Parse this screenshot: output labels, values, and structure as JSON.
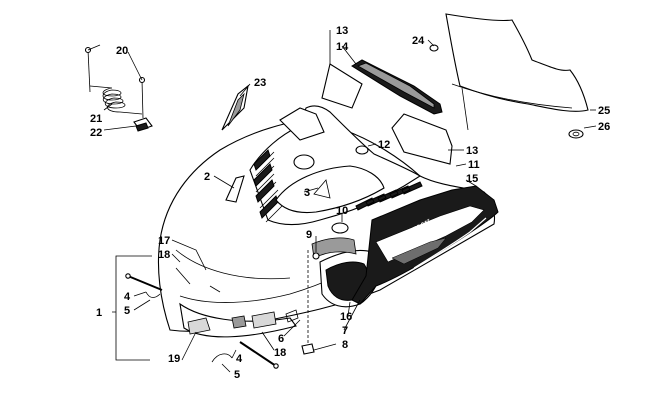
{
  "diagram": {
    "callouts": {
      "c1": "1",
      "c2": "2",
      "c3": "3",
      "c4a": "4",
      "c4b": "4",
      "c5a": "5",
      "c5b": "5",
      "c6": "6",
      "c7": "7",
      "c8": "8",
      "c9": "9",
      "c10": "10",
      "c11": "11",
      "c12": "12",
      "c13a": "13",
      "c13b": "13",
      "c14": "14",
      "c15": "15",
      "c16": "16",
      "c17": "17",
      "c18a": "18",
      "c18b": "18",
      "c19": "19",
      "c20": "20",
      "c21": "21",
      "c22": "22",
      "c23": "23",
      "c24": "24",
      "c25": "25",
      "c26": "26"
    },
    "decal_text": "ARCTIC CAT"
  }
}
